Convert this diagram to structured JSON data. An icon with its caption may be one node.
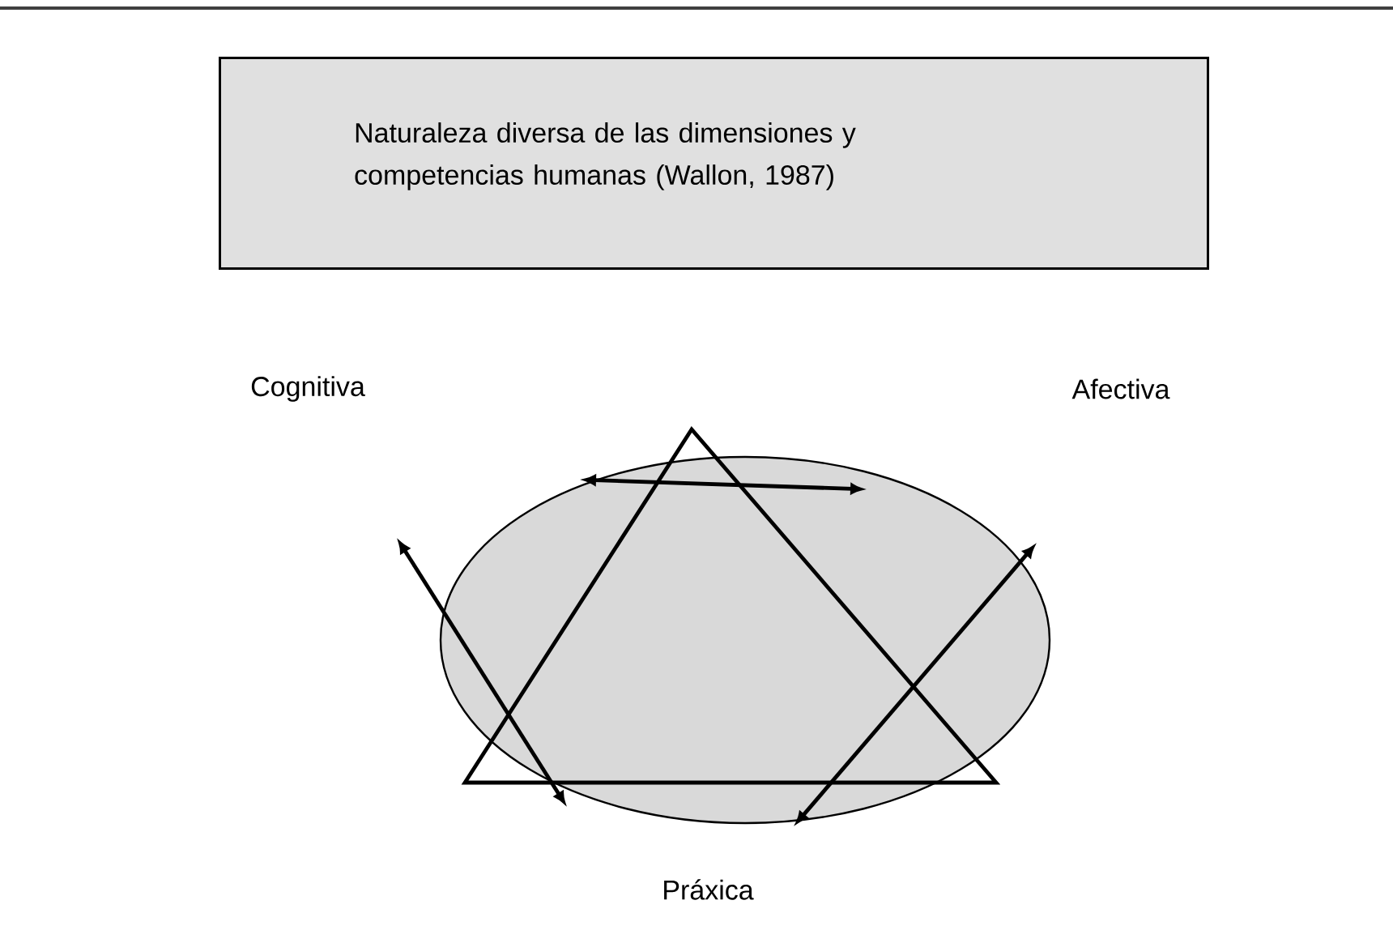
{
  "diagram": {
    "nodes": [
      {
        "text": [
          "Naturaleza diversa de las dimensiones y competencias humanas (Wallon, 1987)"
        ]
      }
    ],
    "labels": [
      "Cognitiva",
      "Afectiva",
      "Práxica"
    ]
  }
}
